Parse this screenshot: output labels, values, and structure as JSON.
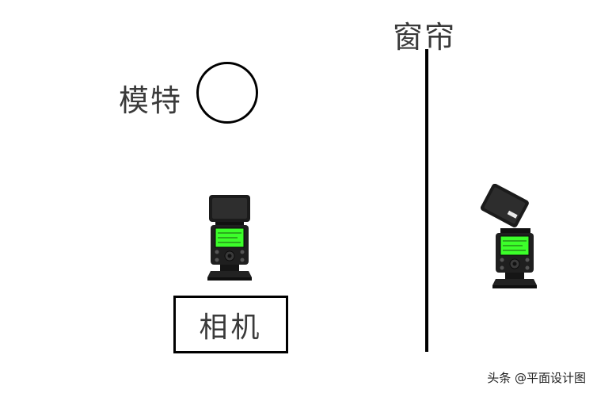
{
  "labels": {
    "model": "模特",
    "curtain": "窗帘",
    "camera": "相机"
  },
  "watermark": "头条 @平面设计图",
  "icons": {
    "flash_front": "speedlight-flash-icon",
    "flash_side": "speedlight-flash-tilted-icon"
  },
  "colors": {
    "line": "#000000",
    "text": "#3a3a3a",
    "flash_screen": "#3cff2a"
  }
}
